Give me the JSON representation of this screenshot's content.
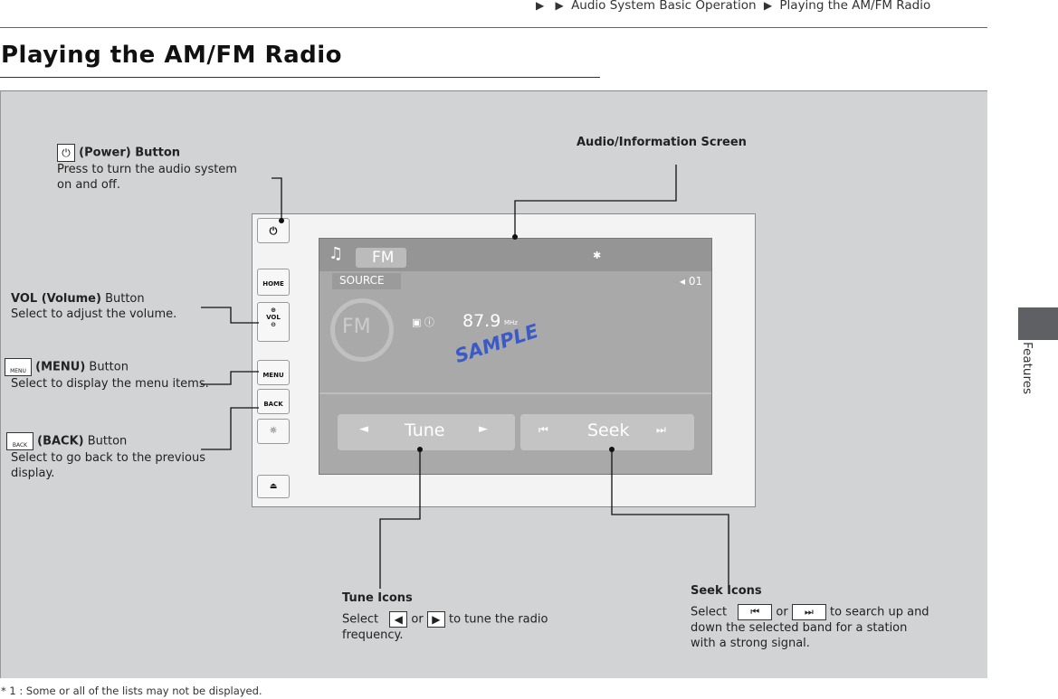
{
  "breadcrumb": {
    "sep": "▶",
    "item1": "Audio System Basic Operation",
    "item2": "Playing the AM/FM Radio"
  },
  "page_title": "Playing the AM/FM Radio",
  "side_tab": {
    "label": "Features"
  },
  "callouts": {
    "power": {
      "icon": "power-icon",
      "title": "(Power) Button",
      "line1": "Press to turn the audio system",
      "line2": "on and off."
    },
    "screen": {
      "title": "Audio/Information Screen"
    },
    "volume": {
      "title": "VOL (Volume)",
      "suffix": " Button",
      "line1": "Select to adjust the volume."
    },
    "menu": {
      "icon": "menu-icon",
      "icon_text": "MENU",
      "title": "(MENU)",
      "suffix": " Button",
      "line1": "Select to display the menu items."
    },
    "back": {
      "icon": "back-icon",
      "icon_text": "BACK",
      "title": "(BACK)",
      "suffix": " Button",
      "line1": "Select to go back to the previous",
      "line2": "display."
    },
    "tune": {
      "title": "Tune Icons",
      "pre": "Select",
      "mid": "or",
      "post": "to tune the radio",
      "line2": "frequency."
    },
    "seek": {
      "title": "Seek Icons",
      "pre": "Select",
      "mid": "or",
      "post": "to search up and",
      "line2": "down the selected band for a station",
      "line3": "with a strong signal."
    }
  },
  "device": {
    "buttons": {
      "power": "⏻",
      "home": "HOME",
      "vol": "VOL",
      "menu": "MENU",
      "back": "BACK"
    },
    "screen": {
      "tab_label": "FM",
      "source_label": "SOURCE",
      "preset": "01",
      "frequency": "87.9",
      "freq_unit": "MHz",
      "watermark": "SAMPLE",
      "logo": "FM",
      "tune_label": "Tune",
      "seek_label": "Seek"
    }
  },
  "footnote": "* 1 : Some or all of the lists may not be displayed.",
  "colors": {
    "panel": "#d2d3d5",
    "screen": "#a9a9a9",
    "tab": "#5e6064",
    "watermark": "#3a5bc7"
  }
}
